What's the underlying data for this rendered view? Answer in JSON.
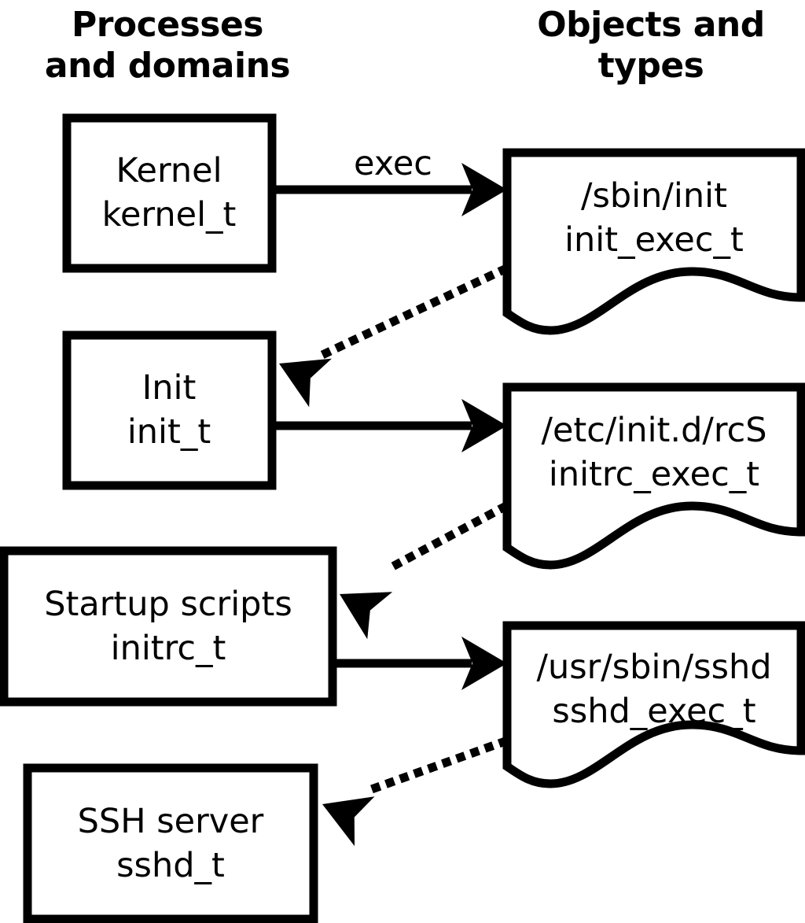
{
  "diagram": {
    "title": "SELinux process and object type transitions",
    "background_color": "#ffffff",
    "stroke_color": "#000000",
    "columns": [
      {
        "id": "processes",
        "line1": "Processes",
        "line2": "and domains"
      },
      {
        "id": "objects",
        "line1": "Objects and",
        "line2": "types"
      }
    ],
    "process_nodes": [
      {
        "id": "kernel",
        "line1": "Kernel",
        "line2": "kernel_t"
      },
      {
        "id": "init",
        "line1": "Init",
        "line2": "init_t"
      },
      {
        "id": "initrc",
        "line1": "Startup scripts",
        "line2": "initrc_t"
      },
      {
        "id": "sshd",
        "line1": "SSH server",
        "line2": "sshd_t"
      }
    ],
    "object_nodes": [
      {
        "id": "init_exec",
        "line1": "/sbin/init",
        "line2": "init_exec_t"
      },
      {
        "id": "initrc_exec",
        "line1": "/etc/init.d/rcS",
        "line2": "initrc_exec_t"
      },
      {
        "id": "sshd_exec",
        "line1": "/usr/sbin/sshd",
        "line2": "sshd_exec_t"
      }
    ],
    "edges": [
      {
        "id": "kernel-exec-init_exec",
        "from": "kernel",
        "to": "init_exec",
        "style": "solid",
        "label": "exec"
      },
      {
        "id": "init_exec-to-init",
        "from": "init_exec",
        "to": "init",
        "style": "dotted",
        "label": ""
      },
      {
        "id": "init-exec-initrc_exec",
        "from": "init",
        "to": "initrc_exec",
        "style": "solid",
        "label": ""
      },
      {
        "id": "initrc_exec-to-initrc",
        "from": "initrc_exec",
        "to": "initrc",
        "style": "dotted",
        "label": ""
      },
      {
        "id": "initrc-exec-sshd_exec",
        "from": "initrc",
        "to": "sshd_exec",
        "style": "solid",
        "label": ""
      },
      {
        "id": "sshd_exec-to-sshd",
        "from": "sshd_exec",
        "to": "sshd",
        "style": "dotted",
        "label": ""
      }
    ]
  }
}
